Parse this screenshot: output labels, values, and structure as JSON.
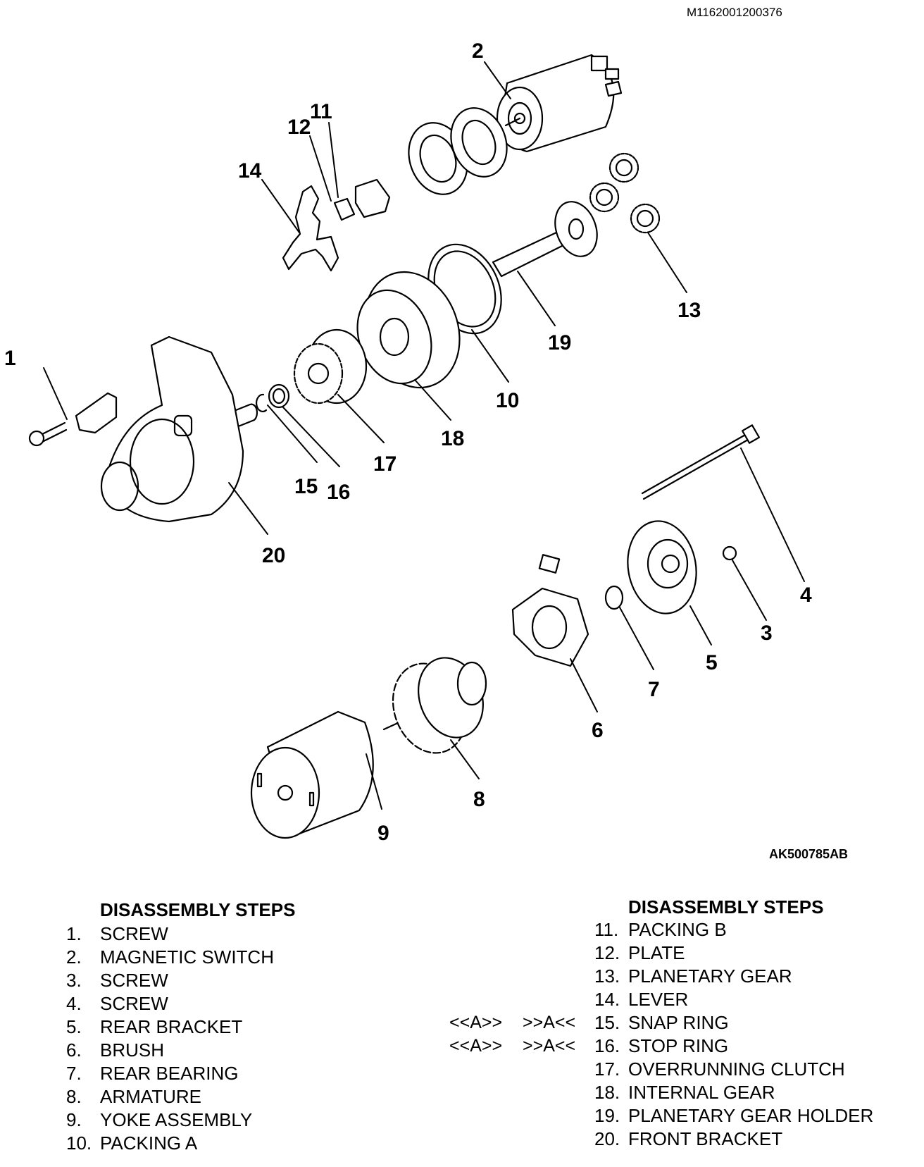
{
  "doc_id": "M1162001200376",
  "figure_id": "AK500785AB",
  "callouts": [
    "1",
    "2",
    "3",
    "4",
    "5",
    "6",
    "7",
    "8",
    "9",
    "10",
    "11",
    "12",
    "13",
    "14",
    "15",
    "16",
    "17",
    "18",
    "19",
    "20"
  ],
  "left_column": {
    "heading": "DISASSEMBLY STEPS",
    "steps": [
      {
        "num": "1.",
        "label": "SCREW"
      },
      {
        "num": "2.",
        "label": "MAGNETIC SWITCH"
      },
      {
        "num": "3.",
        "label": "SCREW"
      },
      {
        "num": "4.",
        "label": "SCREW"
      },
      {
        "num": "5.",
        "label": "REAR BRACKET"
      },
      {
        "num": "6.",
        "label": "BRUSH"
      },
      {
        "num": "7.",
        "label": "REAR BEARING"
      },
      {
        "num": "8.",
        "label": "ARMATURE"
      },
      {
        "num": "9.",
        "label": "YOKE ASSEMBLY"
      },
      {
        "num": "10.",
        "label": "PACKING A"
      }
    ]
  },
  "right_column": {
    "heading": "DISASSEMBLY STEPS",
    "steps": [
      {
        "num": "11.",
        "label": "PACKING B"
      },
      {
        "num": "12.",
        "label": "PLATE"
      },
      {
        "num": "13.",
        "label": "PLANETARY GEAR"
      },
      {
        "num": "14.",
        "label": "LEVER"
      },
      {
        "num": "15.",
        "label": "SNAP RING"
      },
      {
        "num": "16.",
        "label": "STOP RING"
      },
      {
        "num": "17.",
        "label": "OVERRUNNING CLUTCH"
      },
      {
        "num": "18.",
        "label": "INTERNAL GEAR"
      },
      {
        "num": "19.",
        "label": "PLANETARY GEAR HOLDER"
      },
      {
        "num": "20.",
        "label": "FRONT BRACKET"
      }
    ]
  },
  "service_marks": {
    "assembly_15": "<<A>>",
    "disassembly_15": ">>A<<",
    "assembly_16": "<<A>>",
    "disassembly_16": ">>A<<"
  }
}
